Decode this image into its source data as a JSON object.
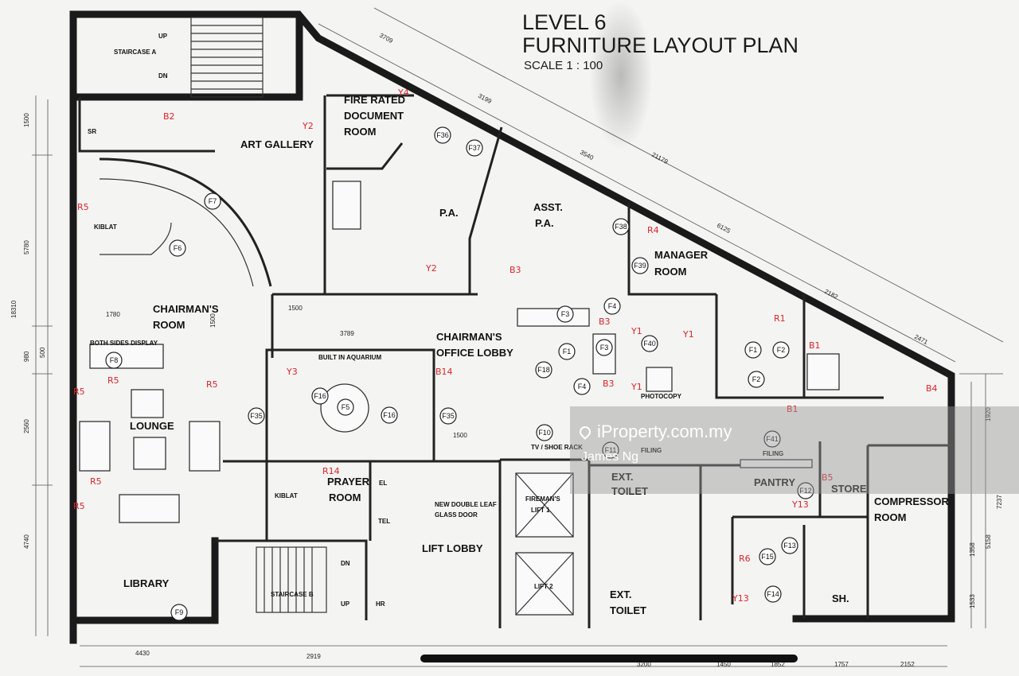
{
  "title": {
    "line1": "LEVEL 6",
    "line2": "FURNITURE LAYOUT PLAN",
    "scale": "SCALE 1 : 100"
  },
  "rooms": {
    "staircase_a": "STAIRCASE A",
    "up_a": "UP",
    "dn_a": "DN",
    "sr": "SR",
    "art_gallery": "ART GALLERY",
    "fire_rated_1": "FIRE RATED",
    "fire_rated_2": "DOCUMENT",
    "fire_rated_3": "ROOM",
    "pa": "P.A.",
    "asst_pa_1": "ASST.",
    "asst_pa_2": "P.A.",
    "manager_1": "MANAGER",
    "manager_2": "ROOM",
    "chairman_room_1": "CHAIRMAN'S",
    "chairman_room_2": "ROOM",
    "both_sides": "BOTH SIDES DISPLAY",
    "aquarium": "BUILT IN AQUARIUM",
    "lobby_1": "CHAIRMAN'S",
    "lobby_2": "OFFICE LOBBY",
    "lounge": "LOUNGE",
    "photocopy": "PHOTOCOPY",
    "tv_rack": "TV / SHOE RACK",
    "prayer_1": "PRAYER",
    "prayer_2": "ROOM",
    "el": "EL",
    "tel": "TEL",
    "double_leaf_1": "NEW DOUBLE LEAF",
    "double_leaf_2": "GLASS DOOR",
    "firemans_1": "FIREMAN'S",
    "firemans_2": "LIFT 1",
    "lift2": "LIFT 2",
    "lift_lobby": "LIFT LOBBY",
    "ext_toilet_1a": "EXT.",
    "ext_toilet_1b": "TOILET",
    "ext_toilet_2a": "EXT.",
    "ext_toilet_2b": "TOILET",
    "pantry": "PANTRY",
    "store": "STORE",
    "compressor_1": "COMPRESSOR",
    "compressor_2": "ROOM",
    "filing1": "FILING",
    "filing2": "FILING",
    "library": "LIBRARY",
    "staircase_b": "STAIRCASE B",
    "dn_b": "DN",
    "up_b": "UP",
    "hr": "HR",
    "sh": "SH.",
    "kiblat1": "KIBLAT",
    "kiblat2": "KIBLAT"
  },
  "tags": {
    "f1a": "F1",
    "f1b": "F1",
    "f2a": "F2",
    "f2b": "F2",
    "f3a": "F3",
    "f3b": "F3",
    "f4a": "F4",
    "f4b": "F4",
    "f5": "F5",
    "f6": "F6",
    "f7": "F7",
    "f8": "F8",
    "f9": "F9",
    "f10": "F10",
    "f11": "F11",
    "f12": "F12",
    "f13": "F13",
    "f14": "F14",
    "f15": "F15",
    "f16a": "F16",
    "f16b": "F16",
    "f18": "F18",
    "f35a": "F35",
    "f35b": "F35",
    "f36": "F36",
    "f37": "F37",
    "f38": "F38",
    "f39": "F39",
    "f40": "F40",
    "f41": "F41"
  },
  "dimensions": {
    "d3709": "3709",
    "d3199": "3199",
    "d3540": "3540",
    "d21179": "21179",
    "d6125": "6125",
    "d2182": "2182",
    "d2471": "2471",
    "d1500a": "1500",
    "d5780": "5780",
    "d18310": "18310",
    "d980": "980",
    "d500": "500",
    "d2560": "2560",
    "d4740": "4740",
    "d1780": "1780",
    "d1500b": "1500",
    "d1500c": "1500",
    "d3789": "3789",
    "d1500d": "1500",
    "d4430": "4430",
    "d2919": "2919",
    "d3200": "3200",
    "d1450": "1450",
    "d1852": "1852",
    "d1757": "1757",
    "d2152": "2152",
    "d1920": "1920",
    "d7237": "7237",
    "d5158": "5158",
    "d1358": "1358",
    "d1533": "1533"
  },
  "annotations": {
    "b2": "B2",
    "y2a": "Y2",
    "y4": "Y4",
    "r5a": "R5",
    "r5b": "R5",
    "r5c": "R5",
    "r5d": "R5",
    "r5e": "R5",
    "r5f": "R5",
    "y3": "Y3",
    "y2b": "Y2",
    "b3a": "B3",
    "b3b": "B3",
    "b3c": "B3",
    "r4": "R4",
    "r1": "R1",
    "b1a": "B1",
    "b1b": "B1",
    "b4": "B4",
    "y1a": "Y1",
    "y1b": "Y1",
    "y1c": "Y1",
    "b14": "B14",
    "r14": "R14",
    "b5": "B5",
    "y13a": "Y13",
    "y13b": "Y13",
    "r6": "R6"
  },
  "watermark": {
    "brand": "iProperty.com.my",
    "agent": "James Ng"
  }
}
